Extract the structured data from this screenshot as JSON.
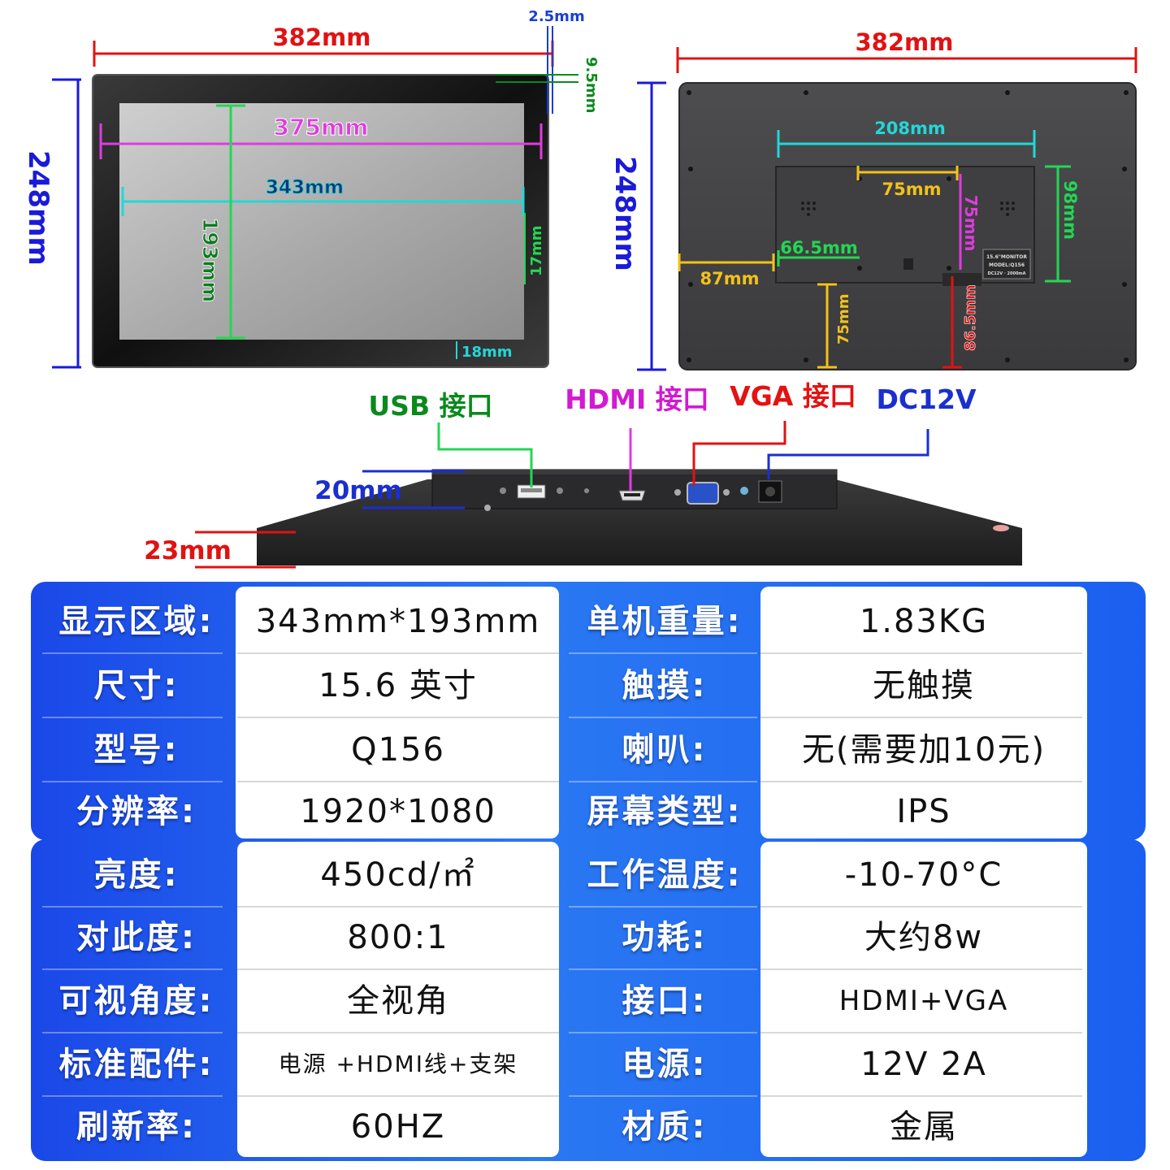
{
  "dimensions": {
    "front": {
      "width": "382mm",
      "height": "248mm",
      "bezel_top": "2.5mm",
      "bezel_side": "9.5mm",
      "glass_width": "375mm",
      "active_width": "343mm",
      "active_height": "193mm",
      "bottom_right": "17mm",
      "bottom": "18mm"
    },
    "back": {
      "width": "382mm",
      "height": "248mm",
      "box_width": "208mm",
      "vesa_h": "75mm",
      "vesa_v": "75mm",
      "box_height": "98mm",
      "offset_left": "87mm",
      "offset_box": "66.5mm",
      "bottom_a": "75mm",
      "bottom_b": "86.5mm",
      "label_line1": "15.6\"MONITOR",
      "label_line2": "MODEL:Q156",
      "label_line3": "DC12V · 2000mA"
    },
    "side": {
      "box_depth": "20mm",
      "panel_depth": "23mm"
    }
  },
  "ports": [
    {
      "label": "USB 接口",
      "color": "#0a8a1e"
    },
    {
      "label": "HDMI 接口",
      "color": "#d21ad2"
    },
    {
      "label": "VGA 接口",
      "color": "#e41212"
    },
    {
      "label": "DC12V",
      "color": "#1a2fd0"
    }
  ],
  "specs": {
    "table1": [
      {
        "label": "显示区域:",
        "value": "343mm*193mm",
        "label2": "单机重量:",
        "value2": "1.83KG"
      },
      {
        "label": "尺寸:",
        "value": "15.6 英寸",
        "label2": "触摸:",
        "value2": "无触摸"
      },
      {
        "label": "型号:",
        "value": "Q156",
        "label2": "喇叭:",
        "value2": "无(需要加10元)"
      },
      {
        "label": "分辨率:",
        "value": "1920*1080",
        "label2": "屏幕类型:",
        "value2": "IPS"
      }
    ],
    "table2": [
      {
        "label": "亮度:",
        "value": "450cd/㎡",
        "label2": "工作温度:",
        "value2": "-10-70°C"
      },
      {
        "label": "对此度:",
        "value": "800:1",
        "label2": "功耗:",
        "value2": "大约8w"
      },
      {
        "label": "可视角度:",
        "value": "全视角",
        "label2": "接口:",
        "value2": "HDMI+VGA"
      },
      {
        "label": "标准配件:",
        "value": "电源 +HDMI线+支架",
        "label2": "电源:",
        "value2": "12V 2A"
      },
      {
        "label": "刷新率:",
        "value": "60HZ",
        "label2": "材质:",
        "value2": "金属"
      }
    ]
  }
}
